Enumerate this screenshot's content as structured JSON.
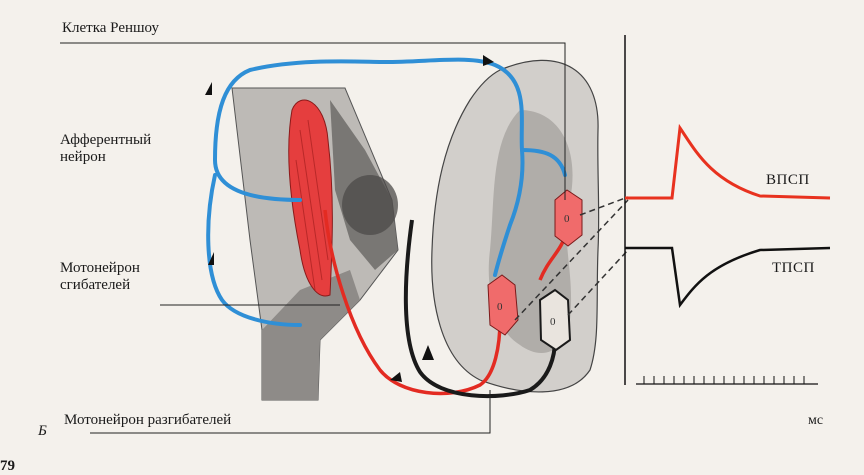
{
  "labels": {
    "renshaw": "Клетка Реншоу",
    "afferent_line1": "Афферентный",
    "afferent_line2": "нейрон",
    "flexor_line1": "Мотонейрон",
    "flexor_line2": "сгибателей",
    "extensor": "Мотонейрон разгибателей",
    "panel_letter": "Б",
    "figure_number": "79",
    "epsp": "ВПСП",
    "ipsp": "ТПСП",
    "time_unit": "мс"
  },
  "colors": {
    "afferent": "#2f8fd6",
    "flexor_motoneuron": "#e32b22",
    "extensor_motoneuron": "#1a1a1a",
    "neuron_body": "#f06b6b",
    "spinal_cord": "#9c9c9c",
    "leg": "#8a8a8a",
    "epsp_trace": "#e8321f",
    "ipsp_trace": "#111111"
  },
  "icons": [
    "leg-knee",
    "spinal-cord-section",
    "motoneuron-cell",
    "renshaw-cell",
    "arrow"
  ]
}
